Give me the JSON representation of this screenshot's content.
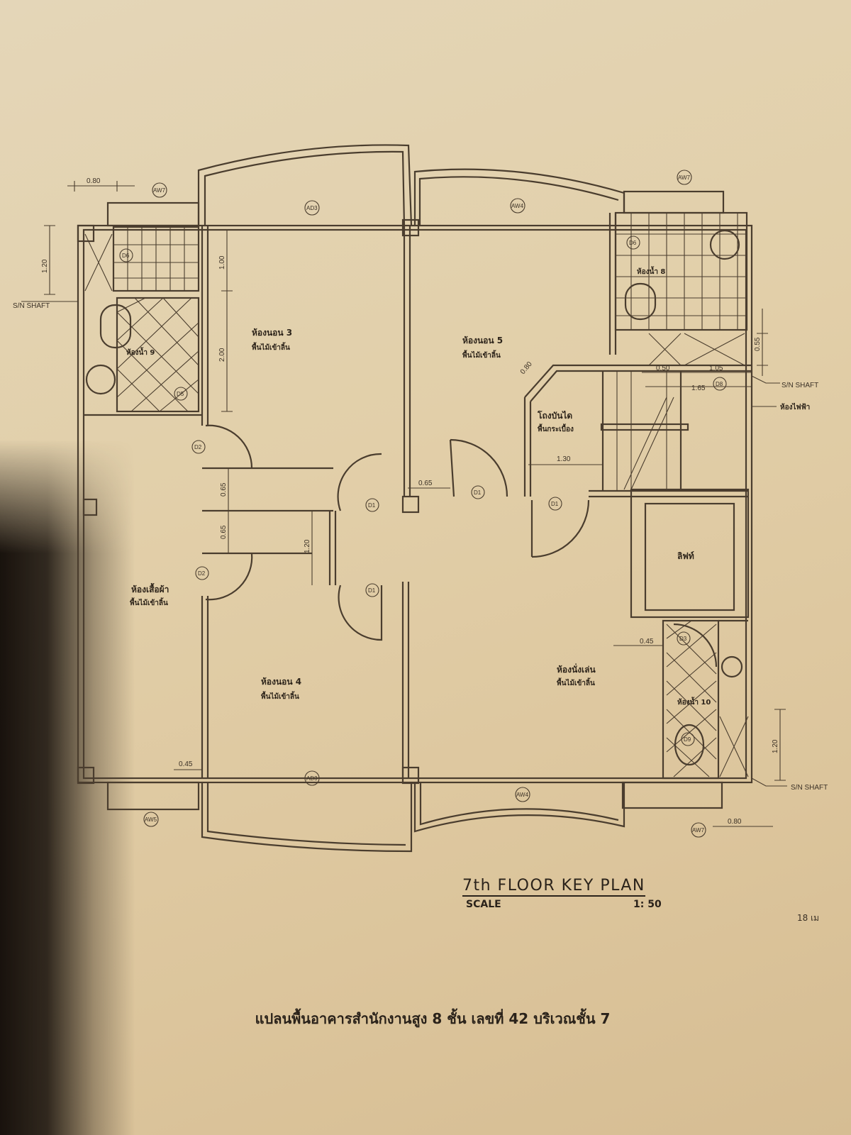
{
  "plan": {
    "title": "7th FLOOR KEY PLAN",
    "scale_label": "SCALE",
    "scale_value": "1: 50",
    "margin_note": "18 เม",
    "caption": "แปลนพื้นอาคารสำนักงานสูง 8 ชั้น เลขที่ 42 บริเวณชั้น 7"
  },
  "rooms": {
    "bedroom3": {
      "name": "ห้องนอน 3",
      "floor": "พื้นไม้เข้าลิ้น"
    },
    "bedroom5": {
      "name": "ห้องนอน 5",
      "floor": "พื้นไม้เข้าลิ้น"
    },
    "bedroom4": {
      "name": "ห้องนอน 4",
      "floor": "พื้นไม้เข้าลิ้น"
    },
    "wardrobe": {
      "name": "ห้องเสื้อผ้า",
      "floor": "พื้นไม้เข้าลิ้น"
    },
    "living": {
      "name": "ห้องนั่งเล่น",
      "floor": "พื้นไม้เข้าลิ้น"
    },
    "stair_hall": {
      "name": "โถงบันได",
      "floor": "พื้นกระเบื้อง"
    },
    "lift": {
      "name": "ลิฟท์"
    },
    "bath9": {
      "name": "ห้องน้ำ 9"
    },
    "bath8": {
      "name": "ห้องน้ำ 8"
    },
    "bath10": {
      "name": "ห้องน้ำ 10"
    },
    "electrical": {
      "name": "ห้องไฟฟ้า"
    }
  },
  "shaft_label": "S/N SHAFT",
  "dimensions": {
    "d_top_left": "0.80",
    "d_left_v": "1.20",
    "d_b3_a": "1.00",
    "d_b3_b": "2.00",
    "d_corr_a": "0.65",
    "d_corr_b": "0.65",
    "d_corr_c": "1.20",
    "d_door": "0.65",
    "d_diag": "0.80",
    "d_stair": "1.30",
    "d_right_v": "0.55",
    "d_r_a": "0.50",
    "d_r_b": "1.05",
    "d_r_c": "1.65",
    "d_lift": "0.45",
    "d_bl": "0.45",
    "d_br_v": "1.20",
    "d_br_h": "0.80"
  },
  "tags": {
    "d1": "D1",
    "d2": "D2",
    "d3": "D3",
    "d5": "D5",
    "d6": "D6",
    "d8": "D8",
    "d9": "D9",
    "ad3": "AD3",
    "aw4": "AW4",
    "aw7": "AW7",
    "aw5": "AW5"
  }
}
